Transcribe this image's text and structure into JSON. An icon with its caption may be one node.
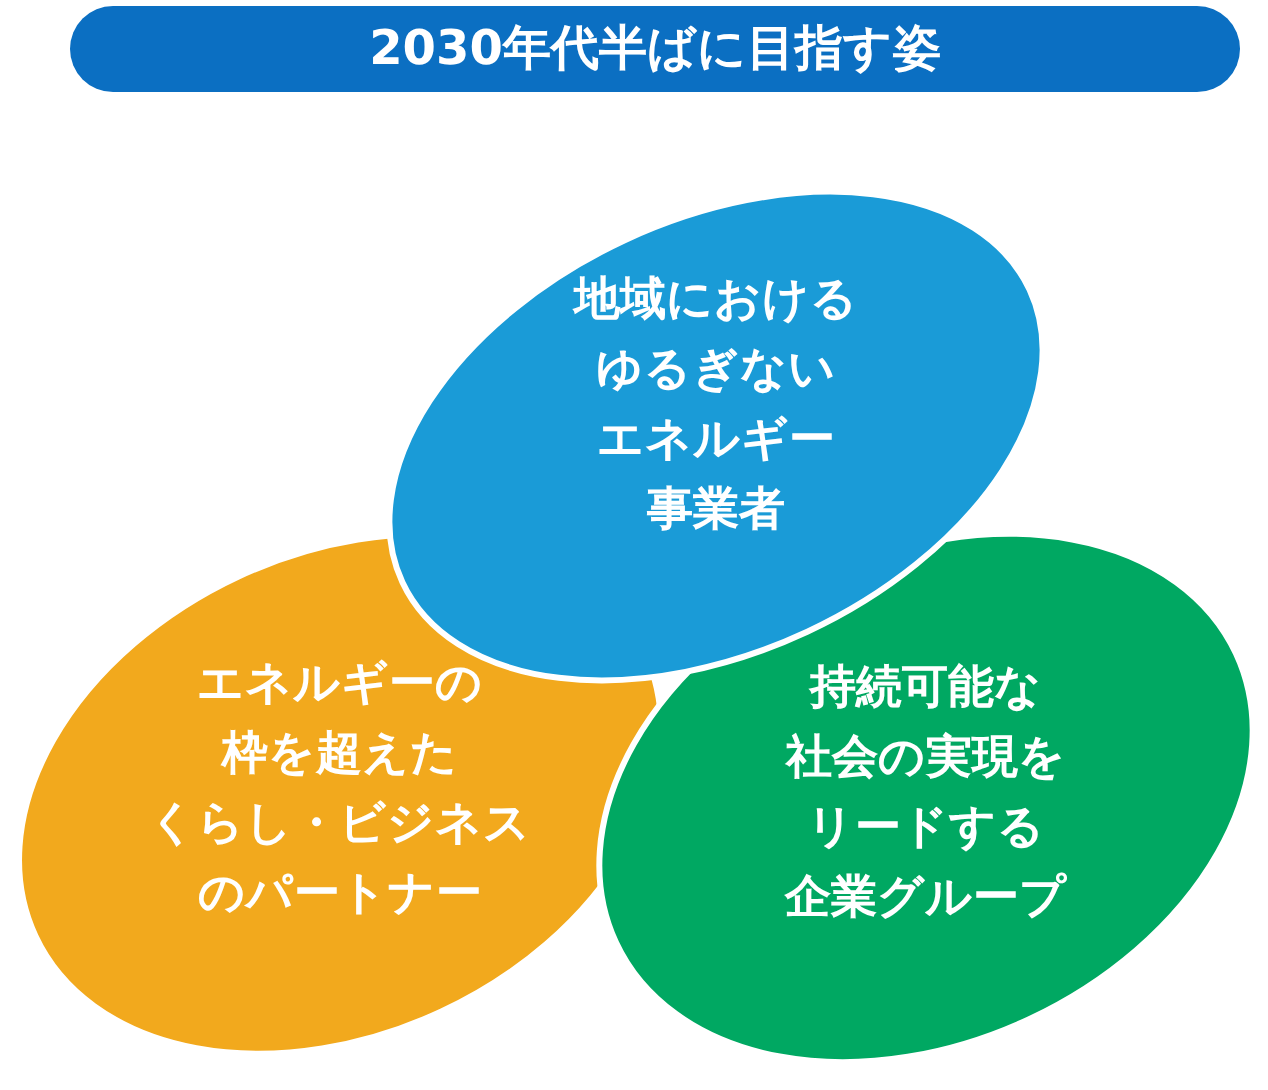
{
  "diagram": {
    "title": "2030年代半ばに目指す姿",
    "nodes": [
      {
        "text": [
          "地域におけるゆるぎないエネルギー事業者"
        ]
      },
      {
        "text": [
          "エネルギーの枠を超えたくらし・ビジネスのパートナー"
        ]
      },
      {
        "text": [
          "持続可能な社会の実現をリードする企業グループ"
        ]
      }
    ]
  }
}
